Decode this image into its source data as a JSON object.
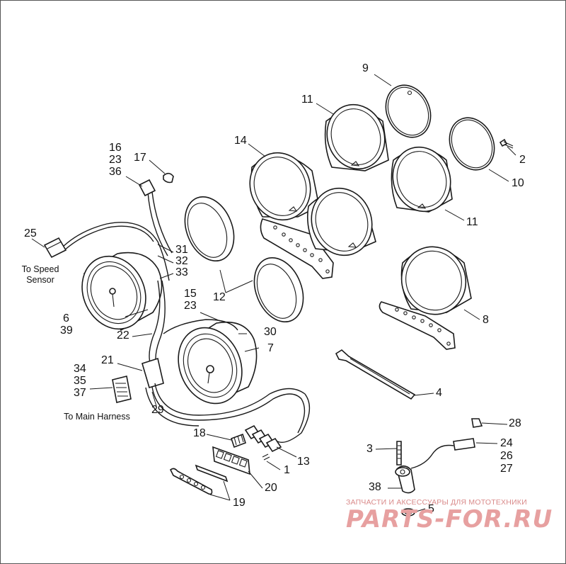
{
  "callouts": {
    "n1": "1",
    "n2": "2",
    "n3": "3",
    "n4": "4",
    "n5": "5",
    "n6": "6",
    "n7": "7",
    "n8": "8",
    "n9": "9",
    "n10": "10",
    "n11a": "11",
    "n11b": "11",
    "n12": "12",
    "n13": "13",
    "n14": "14",
    "n15": "15",
    "n16": "16",
    "n17": "17",
    "n18": "18",
    "n19": "19",
    "n20": "20",
    "n21": "21",
    "n22": "22",
    "n23a": "23",
    "n23b": "23",
    "n24": "24",
    "n25": "25",
    "n26": "26",
    "n27": "27",
    "n28": "28",
    "n29": "29",
    "n30": "30",
    "n31": "31",
    "n32": "32",
    "n33": "33",
    "n34": "34",
    "n35": "35",
    "n36": "36",
    "n37": "37",
    "n38": "38",
    "n39": "39"
  },
  "captions": {
    "speed_sensor_line1": "To Speed",
    "speed_sensor_line2": "Sensor",
    "main_harness": "To Main Harness"
  },
  "watermark": {
    "tagline": "ЗАПЧАСТИ И АКСЕССУАРЫ ДЛЯ МОТОТЕХНИКИ",
    "logo": "PARTS-FOR.RU",
    "color": "#e7a0a0"
  }
}
